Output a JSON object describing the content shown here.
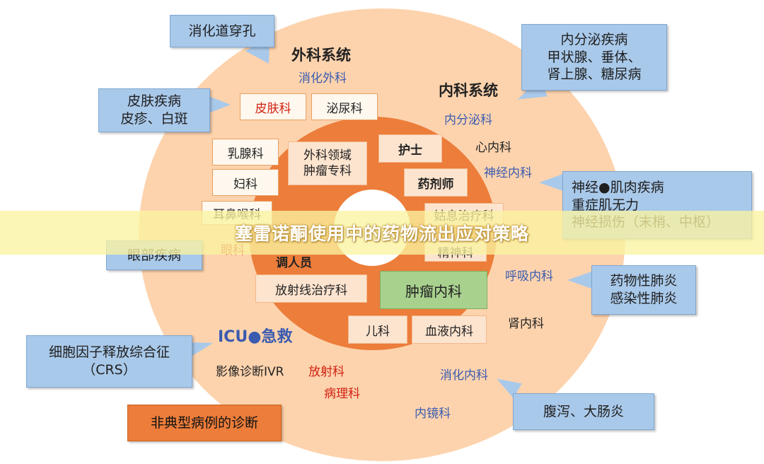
{
  "outer_ring": {
    "surgery_title": "外科系统",
    "surgery_sub": "消化外科",
    "internal_title": "内科系统",
    "internal_sub": "内分泌科",
    "cardiology": "心内科",
    "neurology": "神经内科",
    "respiratory": "呼吸内科",
    "nephrology": "肾内科",
    "gastro": "消化内科",
    "endoscopy": "内镜科",
    "radiology": "放射科",
    "pathology": "病理科",
    "imaging": "影像诊断IVR",
    "icu": "ICU●急救",
    "dermatology": "皮肤科",
    "urology": "泌尿科",
    "breast": "乳腺科",
    "gynecology": "妇科",
    "ent": "耳鼻喉科",
    "ophthalmology": "眼科"
  },
  "inner_ring": {
    "surgical_oncology": "外科领域\n肿瘤专科",
    "nurse": "护士",
    "pharmacist": "药剂师",
    "palliative": "姑息治疗科",
    "psychiatry": "精神科",
    "coordinator": "调人员",
    "radiotherapy": "放射线治疗科",
    "oncology": "肿瘤内科",
    "pediatrics": "儿科",
    "hematology": "血液内科"
  },
  "callouts": {
    "perforation": "消化道穿孔",
    "skin": "皮肤疾病\n皮疹、白斑",
    "endocrine": "内分泌疾病\n甲状腺、垂体、\n肾上腺、糖尿病",
    "neuro": "神经●肌肉疾病\n重症肌无力\n神经损伤（末梢、中枢）",
    "eye": "眼部疾病",
    "lung": "药物性肺炎\n感染性肺炎",
    "crs": "细胞因子释放综合征\n（CRS）",
    "diarrhea": "腹泻、大肠炎",
    "atypical": "非典型病例的诊断"
  },
  "banner": {
    "title": "塞雷诺酮使用中的药物流出应对策略"
  },
  "colors": {
    "outer": "#fdd3ad",
    "inner": "#ec7d3a",
    "oncology_box": "#a9d18e",
    "callout": "#a9c9ea",
    "atypical": "#ec7d3a"
  }
}
